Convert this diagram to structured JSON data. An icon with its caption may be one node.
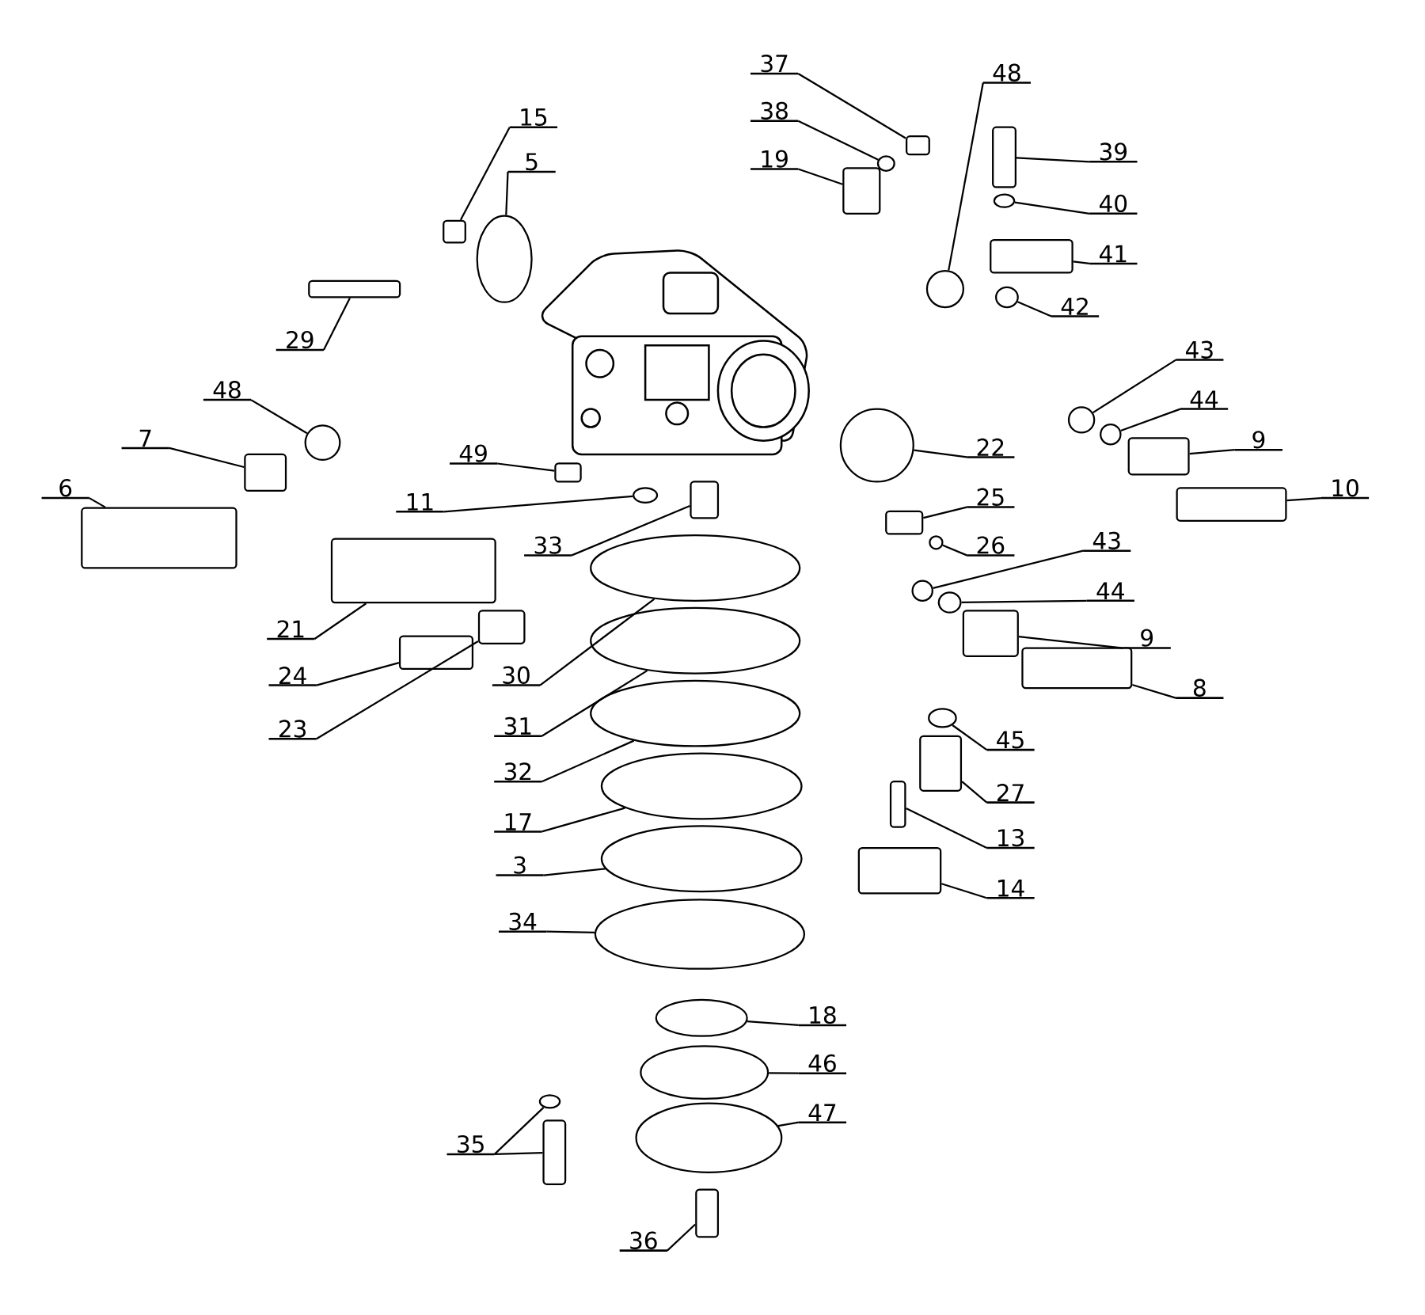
{
  "diagram": {
    "nodes": [
      {
        "text": [
          "37"
        ]
      },
      {
        "text": [],
        "shape": "box"
      },
      {
        "text": [
          "48"
        ]
      },
      {
        "text": [],
        "shape": "circle"
      },
      {
        "text": [
          "38"
        ]
      },
      {
        "text": [],
        "shape": "circle"
      },
      {
        "text": [
          "15"
        ]
      },
      {
        "text": [],
        "shape": "box"
      },
      {
        "text": [
          "39"
        ]
      },
      {
        "text": [],
        "shape": "box"
      },
      {
        "text": [
          "19"
        ]
      },
      {
        "text": [],
        "shape": "box"
      },
      {
        "text": [
          "5"
        ]
      },
      {
        "text": [],
        "shape": "circle"
      },
      {
        "text": [
          "40"
        ]
      },
      {
        "text": [],
        "shape": "circle"
      },
      {
        "text": [
          "41"
        ]
      },
      {
        "text": [],
        "shape": "box"
      },
      {
        "text": [
          "42"
        ]
      },
      {
        "text": [],
        "shape": "circle"
      },
      {
        "text": [
          "29"
        ]
      },
      {
        "text": [],
        "shape": "box"
      },
      {
        "text": [
          "43"
        ]
      },
      {
        "text": [],
        "shape": "circle"
      },
      {
        "text": [
          "48"
        ]
      },
      {
        "text": [],
        "shape": "circle"
      },
      {
        "text": [
          "44"
        ]
      },
      {
        "text": [],
        "shape": "circle"
      },
      {
        "text": [
          "7"
        ]
      },
      {
        "text": [],
        "shape": "box"
      },
      {
        "text": [
          "9"
        ]
      },
      {
        "text": [],
        "shape": "box"
      },
      {
        "text": [
          "6"
        ]
      },
      {
        "text": [],
        "shape": "box"
      },
      {
        "text": [
          "49"
        ]
      },
      {
        "text": [],
        "shape": "box"
      },
      {
        "text": [
          "22"
        ]
      },
      {
        "text": [],
        "shape": "circle"
      },
      {
        "text": [
          "10"
        ]
      },
      {
        "text": [],
        "shape": "box"
      },
      {
        "text": [
          "11"
        ]
      },
      {
        "text": [],
        "shape": "circle"
      },
      {
        "text": [
          "25"
        ]
      },
      {
        "text": [],
        "shape": "box"
      },
      {
        "text": [
          "33"
        ]
      },
      {
        "text": [],
        "shape": "box"
      },
      {
        "text": [
          "26"
        ]
      },
      {
        "text": [],
        "shape": "circle"
      },
      {
        "text": [
          "43"
        ]
      },
      {
        "text": [],
        "shape": "circle"
      },
      {
        "text": [
          "44"
        ]
      },
      {
        "text": [],
        "shape": "circle"
      },
      {
        "text": [
          "21"
        ]
      },
      {
        "text": [],
        "shape": "box"
      },
      {
        "text": [
          "9"
        ]
      },
      {
        "text": [],
        "shape": "box"
      },
      {
        "text": [
          "24"
        ]
      },
      {
        "text": [],
        "shape": "box"
      },
      {
        "text": [
          "8"
        ]
      },
      {
        "text": [],
        "shape": "box"
      },
      {
        "text": [
          "30"
        ]
      },
      {
        "text": [],
        "shape": "circle"
      },
      {
        "text": [
          "23"
        ]
      },
      {
        "text": [],
        "shape": "box"
      },
      {
        "text": [
          "31"
        ]
      },
      {
        "text": [],
        "shape": "circle"
      },
      {
        "text": [
          "45"
        ]
      },
      {
        "text": [],
        "shape": "circle"
      },
      {
        "text": [
          "32"
        ]
      },
      {
        "text": [],
        "shape": "circle"
      },
      {
        "text": [
          "27"
        ]
      },
      {
        "text": [],
        "shape": "box"
      },
      {
        "text": [
          "17"
        ]
      },
      {
        "text": [],
        "shape": "circle"
      },
      {
        "text": [
          "13"
        ]
      },
      {
        "text": [],
        "shape": "box"
      },
      {
        "text": [
          "3"
        ]
      },
      {
        "text": [],
        "shape": "circle"
      },
      {
        "text": [
          "14"
        ]
      },
      {
        "text": [],
        "shape": "box"
      },
      {
        "text": [
          "34"
        ]
      },
      {
        "text": [],
        "shape": "circle"
      },
      {
        "text": [
          "18"
        ]
      },
      {
        "text": [],
        "shape": "circle"
      },
      {
        "text": [
          "46"
        ]
      },
      {
        "text": [],
        "shape": "circle"
      },
      {
        "text": [
          "47"
        ]
      },
      {
        "text": [],
        "shape": "circle"
      },
      {
        "text": [
          "35"
        ]
      },
      {
        "text": [],
        "shape": "circle"
      },
      {
        "text": [],
        "shape": "box"
      },
      {
        "text": [
          "36"
        ]
      },
      {
        "text": [],
        "shape": "box"
      }
    ],
    "edges": [
      {
        "from": 0,
        "to": 1,
        "arrow": "none"
      },
      {
        "from": 2,
        "to": 3,
        "arrow": "none"
      },
      {
        "from": 4,
        "to": 5,
        "arrow": "none"
      },
      {
        "from": 6,
        "to": 7,
        "arrow": "none"
      },
      {
        "from": 8,
        "to": 9,
        "arrow": "none"
      },
      {
        "from": 10,
        "to": 11,
        "arrow": "none"
      },
      {
        "from": 12,
        "to": 13,
        "arrow": "none"
      },
      {
        "from": 14,
        "to": 15,
        "arrow": "none"
      },
      {
        "from": 16,
        "to": 17,
        "arrow": "none"
      },
      {
        "from": 18,
        "to": 19,
        "arrow": "none"
      },
      {
        "from": 20,
        "to": 21,
        "arrow": "none"
      },
      {
        "from": 22,
        "to": 23,
        "arrow": "none"
      },
      {
        "from": 24,
        "to": 25,
        "arrow": "none"
      },
      {
        "from": 26,
        "to": 27,
        "arrow": "none"
      },
      {
        "from": 28,
        "to": 29,
        "arrow": "none"
      },
      {
        "from": 30,
        "to": 31,
        "arrow": "none"
      },
      {
        "from": 32,
        "to": 33,
        "arrow": "none"
      },
      {
        "from": 34,
        "to": 35,
        "arrow": "none"
      },
      {
        "from": 36,
        "to": 37,
        "arrow": "none"
      },
      {
        "from": 38,
        "to": 39,
        "arrow": "none"
      },
      {
        "from": 40,
        "to": 41,
        "arrow": "none"
      },
      {
        "from": 42,
        "to": 43,
        "arrow": "none"
      },
      {
        "from": 44,
        "to": 45,
        "arrow": "none"
      },
      {
        "from": 46,
        "to": 47,
        "arrow": "none"
      },
      {
        "from": 48,
        "to": 49,
        "arrow": "none"
      },
      {
        "from": 50,
        "to": 51,
        "arrow": "none"
      },
      {
        "from": 52,
        "to": 53,
        "arrow": "none"
      },
      {
        "from": 54,
        "to": 55,
        "arrow": "none"
      },
      {
        "from": 56,
        "to": 57,
        "arrow": "none"
      },
      {
        "from": 58,
        "to": 59,
        "arrow": "none"
      },
      {
        "from": 60,
        "to": 61,
        "arrow": "none"
      },
      {
        "from": 62,
        "to": 63,
        "arrow": "none"
      },
      {
        "from": 64,
        "to": 65,
        "arrow": "none"
      },
      {
        "from": 66,
        "to": 67,
        "arrow": "none"
      },
      {
        "from": 68,
        "to": 69,
        "arrow": "none"
      },
      {
        "from": 70,
        "to": 71,
        "arrow": "none"
      },
      {
        "from": 72,
        "to": 73,
        "arrow": "none"
      },
      {
        "from": 74,
        "to": 75,
        "arrow": "none"
      },
      {
        "from": 76,
        "to": 77,
        "arrow": "none"
      },
      {
        "from": 78,
        "to": 79,
        "arrow": "none"
      },
      {
        "from": 80,
        "to": 81,
        "arrow": "none"
      },
      {
        "from": 82,
        "to": 83,
        "arrow": "none"
      },
      {
        "from": 84,
        "to": 85,
        "arrow": "none"
      },
      {
        "from": 86,
        "to": 87,
        "arrow": "none"
      },
      {
        "from": 88,
        "to": 89,
        "arrow": "none"
      },
      {
        "from": 88,
        "to": 90,
        "arrow": "none"
      },
      {
        "from": 91,
        "to": 92,
        "arrow": "none"
      }
    ]
  }
}
